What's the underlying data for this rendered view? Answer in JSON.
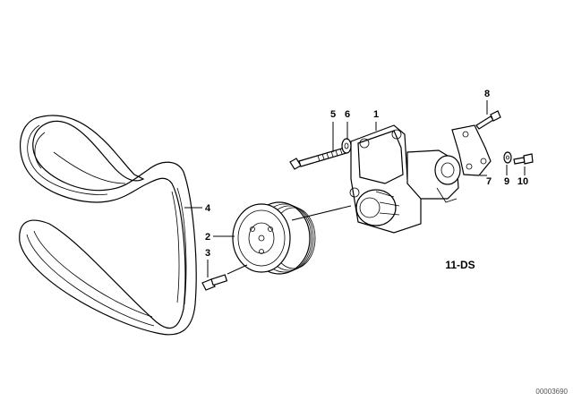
{
  "diagram": {
    "callouts": [
      "1",
      "2",
      "3",
      "4",
      "5",
      "6",
      "7",
      "8",
      "9",
      "10"
    ],
    "section_code": "11-DS",
    "document_id": "00003690"
  }
}
